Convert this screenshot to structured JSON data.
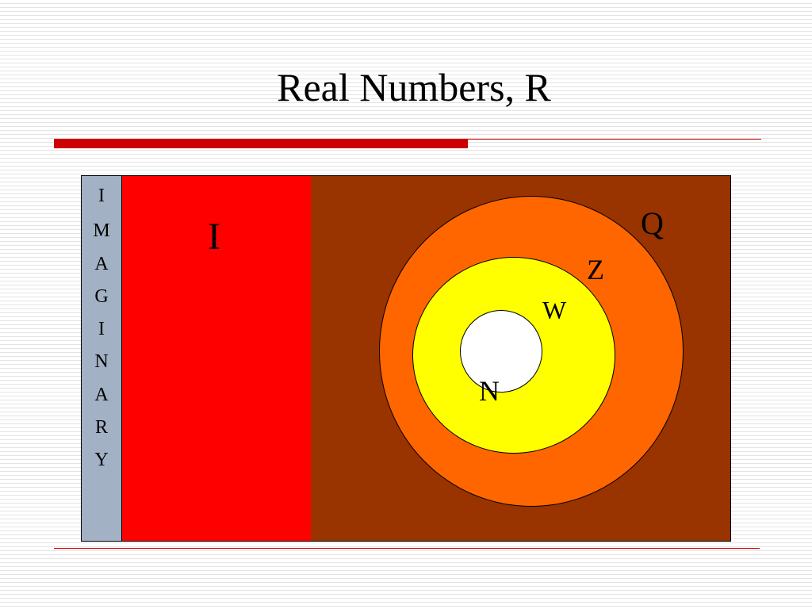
{
  "title": "Real Numbers, R",
  "colors": {
    "accent_rule": "#cc0000",
    "imaginary_fill": "#a2b1c4",
    "irrational_fill": "#ff0000",
    "rational_fill": "#993300",
    "integers_fill": "#ff6600",
    "whole_fill": "#ffff00",
    "natural_fill": "#ffffff"
  },
  "imaginary": {
    "letters": [
      "I",
      "M",
      "A",
      "G",
      "I",
      "N",
      "A",
      "R",
      "Y"
    ]
  },
  "regions": {
    "irrational_label": "I",
    "rational_label": "Q",
    "integers_label": "Z",
    "whole_label": "W",
    "natural_label": "N"
  }
}
